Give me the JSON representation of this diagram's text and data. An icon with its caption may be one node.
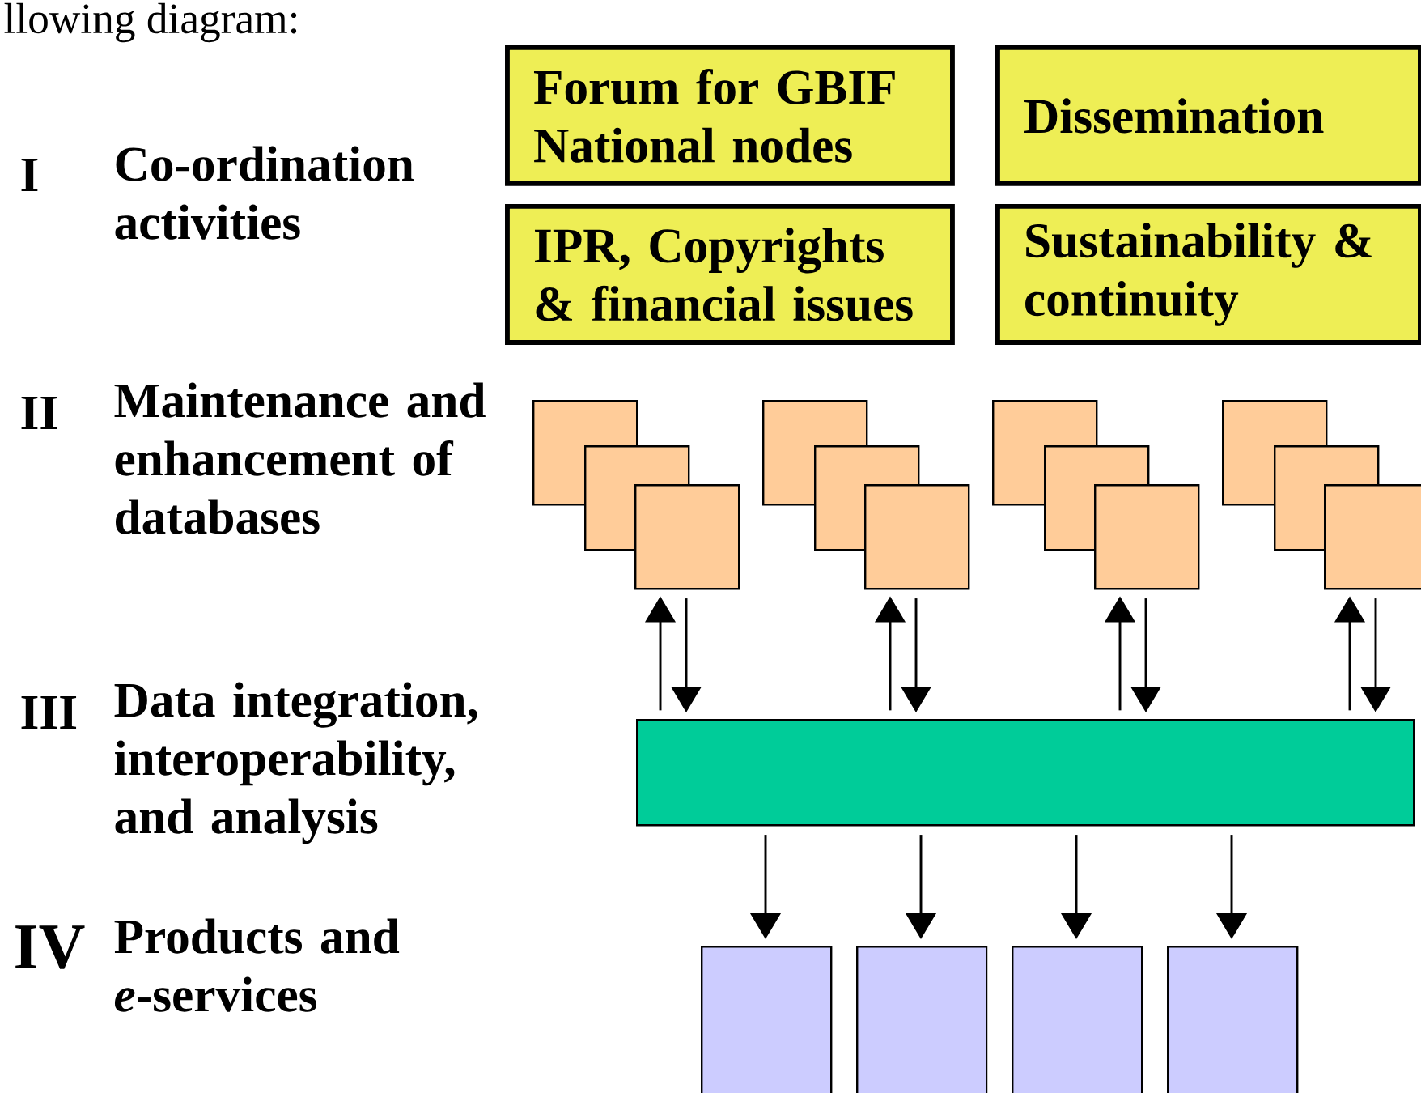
{
  "diagram": {
    "nodes": [
      {
        "text": [
          "Forum for GBIF National nodes"
        ]
      },
      {
        "text": [
          "Dissemination"
        ]
      },
      {
        "text": [
          "IPR, Copyrights & financial issues"
        ]
      },
      {
        "text": [
          "Sustainability & continuity"
        ]
      },
      {
        "text": [],
        "shape": "box"
      },
      {
        "text": [],
        "shape": "box"
      },
      {
        "text": [],
        "shape": "box"
      },
      {
        "text": [],
        "shape": "box"
      },
      {
        "text": [],
        "shape": "box"
      },
      {
        "text": [],
        "shape": "box"
      },
      {
        "text": [],
        "shape": "box"
      },
      {
        "text": [],
        "shape": "box"
      },
      {
        "text": [],
        "shape": "box"
      },
      {
        "text": [],
        "shape": "box"
      },
      {
        "text": [],
        "shape": "box"
      },
      {
        "text": [],
        "shape": "box"
      },
      {
        "text": [],
        "shape": "bar"
      },
      {
        "text": [],
        "shape": "box"
      },
      {
        "text": [],
        "shape": "box"
      },
      {
        "text": [],
        "shape": "box"
      },
      {
        "text": [],
        "shape": "box"
      }
    ],
    "edges": [
      {
        "from": 16,
        "to": 6,
        "arrow": "to"
      },
      {
        "from": 6,
        "to": 16,
        "arrow": "to"
      },
      {
        "from": 16,
        "to": 9,
        "arrow": "to"
      },
      {
        "from": 9,
        "to": 16,
        "arrow": "to"
      },
      {
        "from": 16,
        "to": 12,
        "arrow": "to"
      },
      {
        "from": 12,
        "to": 16,
        "arrow": "to"
      },
      {
        "from": 16,
        "to": 15,
        "arrow": "to"
      },
      {
        "from": 15,
        "to": 16,
        "arrow": "to"
      },
      {
        "from": 16,
        "to": 17,
        "arrow": "to"
      },
      {
        "from": 16,
        "to": 18,
        "arrow": "to"
      },
      {
        "from": 16,
        "to": 19,
        "arrow": "to"
      },
      {
        "from": 16,
        "to": 20,
        "arrow": "to"
      }
    ],
    "labels": [
      "llowing diagram:",
      "I",
      "Co-ordination activities",
      "II",
      "Maintenance and enhancement of databases",
      "III",
      "Data integration, interoperability, and analysis",
      "IV",
      "Products and *e*-services"
    ]
  }
}
